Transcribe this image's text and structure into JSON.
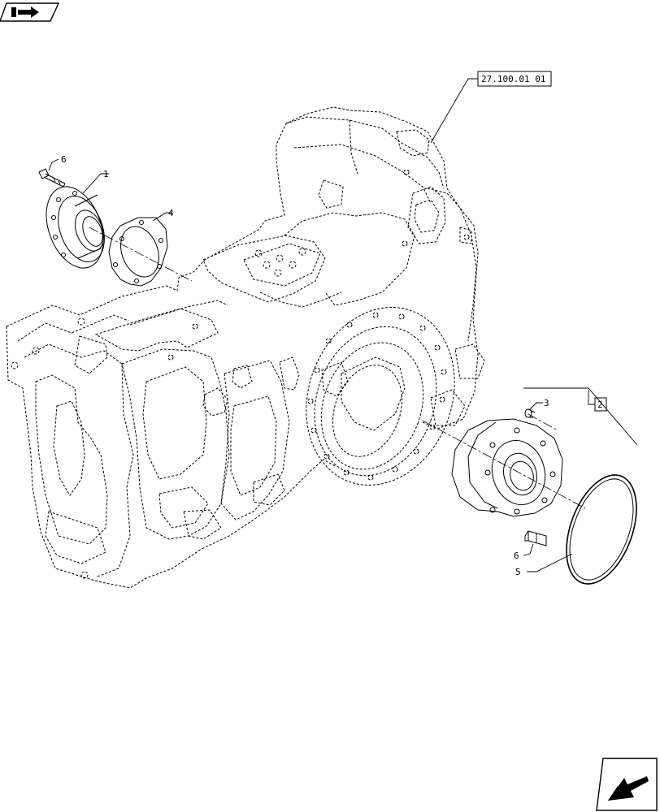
{
  "reference_box": {
    "text": "27.100.01 01"
  },
  "callouts": {
    "c1": "1",
    "c2": "2",
    "c3": "3",
    "c4": "4",
    "c5": "5",
    "c6_top": "6",
    "c6_bottom": "6"
  },
  "icons": {
    "top_left": "arrow-right-icon",
    "bottom_right": "arrow-up-left-icon"
  }
}
